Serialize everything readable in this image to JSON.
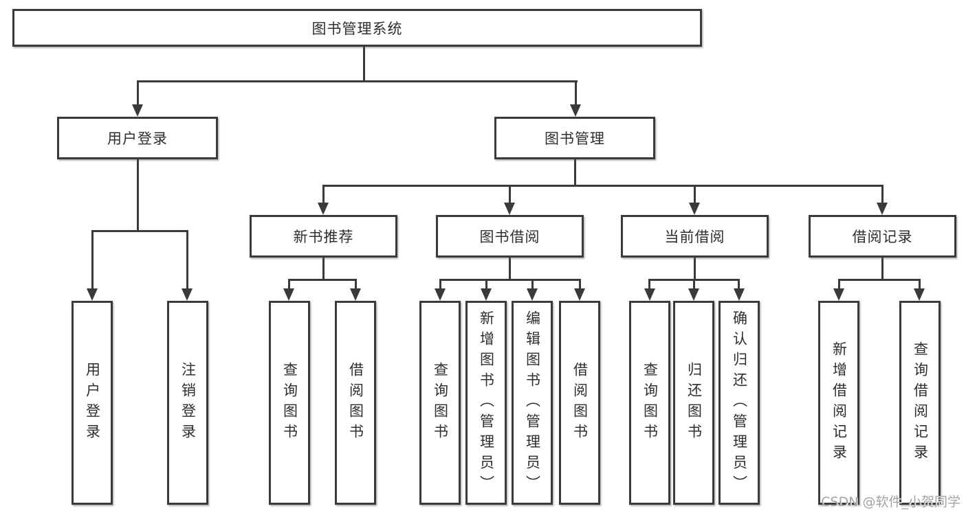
{
  "tree": {
    "label": "图书管理系统",
    "children": [
      {
        "label": "用户登录",
        "children": [
          {
            "label": "用户登录"
          },
          {
            "label": "注销登录"
          }
        ]
      },
      {
        "label": "图书管理",
        "children": [
          {
            "label": "新书推荐",
            "children": [
              {
                "label": "查询图书"
              },
              {
                "label": "借阅图书"
              }
            ]
          },
          {
            "label": "图书借阅",
            "children": [
              {
                "label": "查询图书"
              },
              {
                "label": "新增图书（管理员）"
              },
              {
                "label": "编辑图书（管理员）"
              },
              {
                "label": "借阅图书"
              }
            ]
          },
          {
            "label": "当前借阅",
            "children": [
              {
                "label": "查询图书"
              },
              {
                "label": "归还图书"
              },
              {
                "label": "确认归还（管理员）"
              }
            ]
          },
          {
            "label": "借阅记录",
            "children": [
              {
                "label": "新增借阅记录"
              },
              {
                "label": "查询借阅记录"
              }
            ]
          }
        ]
      }
    ]
  },
  "watermark": {
    "text": "CSDN @软件_小贺同学"
  },
  "colors": {
    "line": "#3a3a3a",
    "text": "#2e2e2e",
    "watermark": "#a3a3a3",
    "background": "#ffffff"
  }
}
